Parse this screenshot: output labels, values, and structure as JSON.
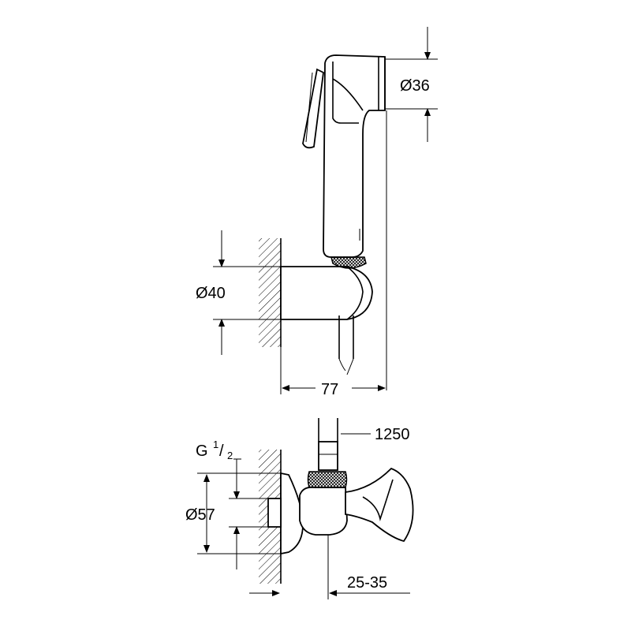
{
  "dimensions": {
    "head_diameter": "Ø36",
    "holder_diameter": "Ø40",
    "holder_depth": "77",
    "hose_length": "1250",
    "thread_main": "G",
    "thread_num": "1",
    "thread_den": "2",
    "rosette_diameter": "Ø57",
    "wall_distance": "25-35"
  }
}
